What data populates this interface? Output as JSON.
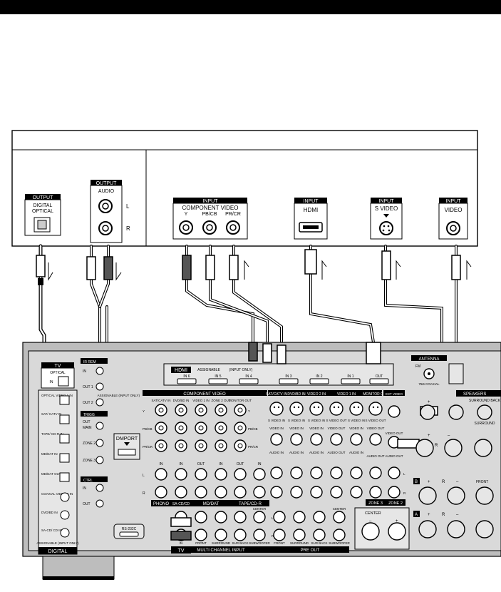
{
  "tv_panel": {
    "output_digital": {
      "heading": "OUTPUT",
      "line1": "DIGITAL",
      "line2": "OPTICAL"
    },
    "output_audio": {
      "heading": "OUTPUT",
      "sub": "AUDIO",
      "left": "L",
      "right": "R"
    },
    "input_component": {
      "heading": "INPUT",
      "sub": "COMPONENT VIDEO",
      "y": "Y",
      "pb": "PB/CB",
      "pr": "PR/CR"
    },
    "input_hdmi": {
      "heading": "INPUT",
      "sub": "HDMI"
    },
    "input_svideo": {
      "heading": "INPUT",
      "sub": "S VIDEO"
    },
    "input_video": {
      "heading": "INPUT",
      "sub": "VIDEO"
    }
  },
  "receiver": {
    "tv_group": {
      "label": "TV",
      "optical": "OPTICAL",
      "in": "IN"
    },
    "digital": {
      "inputs": [
        "OPTICAL VIDEO 1 IN",
        "SAT/ CATV IN",
        "TAPE/ CD-R IN",
        "MD/DAT IN",
        "MD/DAT OUT",
        "COAXIAL VIDEO 2 IN",
        "DVD/BD IN",
        "SA-CD/ CD IN"
      ],
      "assignable_note": "ASSIGNABLE (INPUT ONLY)",
      "label": "DIGITAL"
    },
    "ir_remote": {
      "label": "IR REM",
      "in": "IN",
      "out1": "OUT 1",
      "out2": "OUT 2"
    },
    "trigger": {
      "label": "TRIGG",
      "out": "OUT",
      "main": "MAIN",
      "zone2": "ZONE 2",
      "zone3": "ZONE 3"
    },
    "ctrl": {
      "label": "CTRL",
      "in": "IN",
      "out": "OUT"
    },
    "hdmi": {
      "label": "HDMI",
      "assignable": "ASSIGNABLE",
      "input_only": "(INPUT ONLY)",
      "ports": [
        "IN 6",
        "IN 5",
        "IN 4",
        "IN 3",
        "IN 2",
        "IN 1",
        "OUT"
      ]
    },
    "component": {
      "label": "COMPONENT VIDEO",
      "assignable": "ASSIGNABLE (INPUT ONLY)",
      "columns": [
        "SAT/CATV IN",
        "DVD/BD IN",
        "VIDEO 1 IN",
        "ZONE 2 OUT",
        "MONITOR OUT"
      ],
      "y": "Y",
      "pb": "PB/CB",
      "pr": "PR/CR"
    },
    "dmport": "DMPORT",
    "audio_lower": {
      "row_labels": [
        "L",
        "R"
      ],
      "io": [
        "IN",
        "IN",
        "OUT",
        "IN",
        "OUT",
        "IN"
      ],
      "groups": [
        "PHONO",
        "SA-CD/CD",
        "MD/DAT",
        "TAPE/CD-R"
      ]
    },
    "video_block": {
      "groups": [
        "SAT/CATV IN",
        "DVD/BD IN",
        "VIDEO 2 IN",
        "VIDEO 1 IN",
        "MONITOR OUT"
      ],
      "ext_video": "EXT VIDEO",
      "svideo_in": "S VIDEO IN",
      "video_in": "VIDEO IN",
      "audio_in": "AUDIO IN",
      "audio_out": "AUDIO OUT",
      "svideo_out": "S VIDEO OUT",
      "video_out": "VIDEO OUT",
      "zone3": "ZONE 3",
      "zone2": "ZONE 2",
      "l": "L",
      "r": "R"
    },
    "multi_channel": {
      "label": "MULTI CHANNEL INPUT",
      "cols": [
        "FRONT",
        "SURROUND",
        "SUR BACK",
        "SUBWOOFER"
      ],
      "center": "CENTER",
      "in": "IN"
    },
    "pre_out": {
      "label": "PRE OUT",
      "cols": [
        "FRONT",
        "SURROUND",
        "SUR BACK",
        "SUBWOOFER"
      ],
      "center": "CENTER",
      "l": "L",
      "r": "R"
    },
    "rs232c": "RS-232C",
    "tv_bottom": "TV",
    "antenna": {
      "label": "ANTENNA",
      "fm": "FM",
      "ohm": "75Ω COAXIAL"
    },
    "speakers": {
      "label": "SPEAKERS",
      "surround_back": "SURROUND BACK",
      "surround": "SURROUND",
      "front": "FRONT",
      "center": "CENTER",
      "a": "A",
      "b": "B",
      "r": "R",
      "plus": "+",
      "minus": "–"
    }
  }
}
